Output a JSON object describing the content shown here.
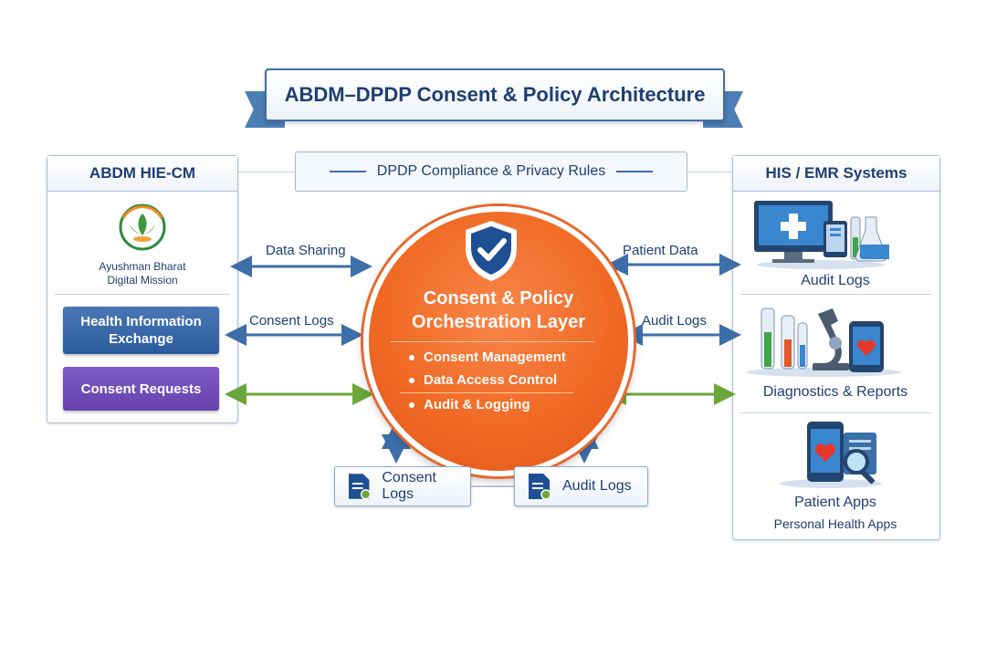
{
  "title": "ABDM–DPDP Consent & Policy Architecture",
  "dpdp_banner": "DPDP Compliance & Privacy Rules",
  "left_panel": {
    "header": "ABDM HIE-CM",
    "logo_line1": "Ayushman Bharat",
    "logo_line2": "Digital Mission",
    "buttons": [
      "Health Information Exchange",
      "Consent Requests"
    ]
  },
  "right_panel": {
    "header": "HIS / EMR Systems",
    "items": [
      {
        "label": "Audit Logs",
        "icon": "computer-lab-icon"
      },
      {
        "label": "Diagnostics & Reports",
        "icon": "lab-microscope-icon"
      },
      {
        "label": "Patient Apps",
        "sublabel": "Personal Health Apps",
        "icon": "mobile-health-icon"
      }
    ]
  },
  "center": {
    "title_line1": "Consent & Policy",
    "title_line2": "Orchestration Layer",
    "items": [
      "Consent Management",
      "Data Access Control",
      "Audit & Logging"
    ]
  },
  "arrows": {
    "left": [
      "Data Sharing",
      "Consent Logs"
    ],
    "right": [
      "Patient Data",
      "Audit Logs"
    ]
  },
  "bottom": [
    "Consent Logs",
    "Audit Logs"
  ],
  "colors": {
    "navy": "#1e3f72",
    "orange": "#f06a25",
    "blue_arrow": "#3d6ea8",
    "green_arrow": "#6aa63a",
    "purple": "#6441ab"
  }
}
